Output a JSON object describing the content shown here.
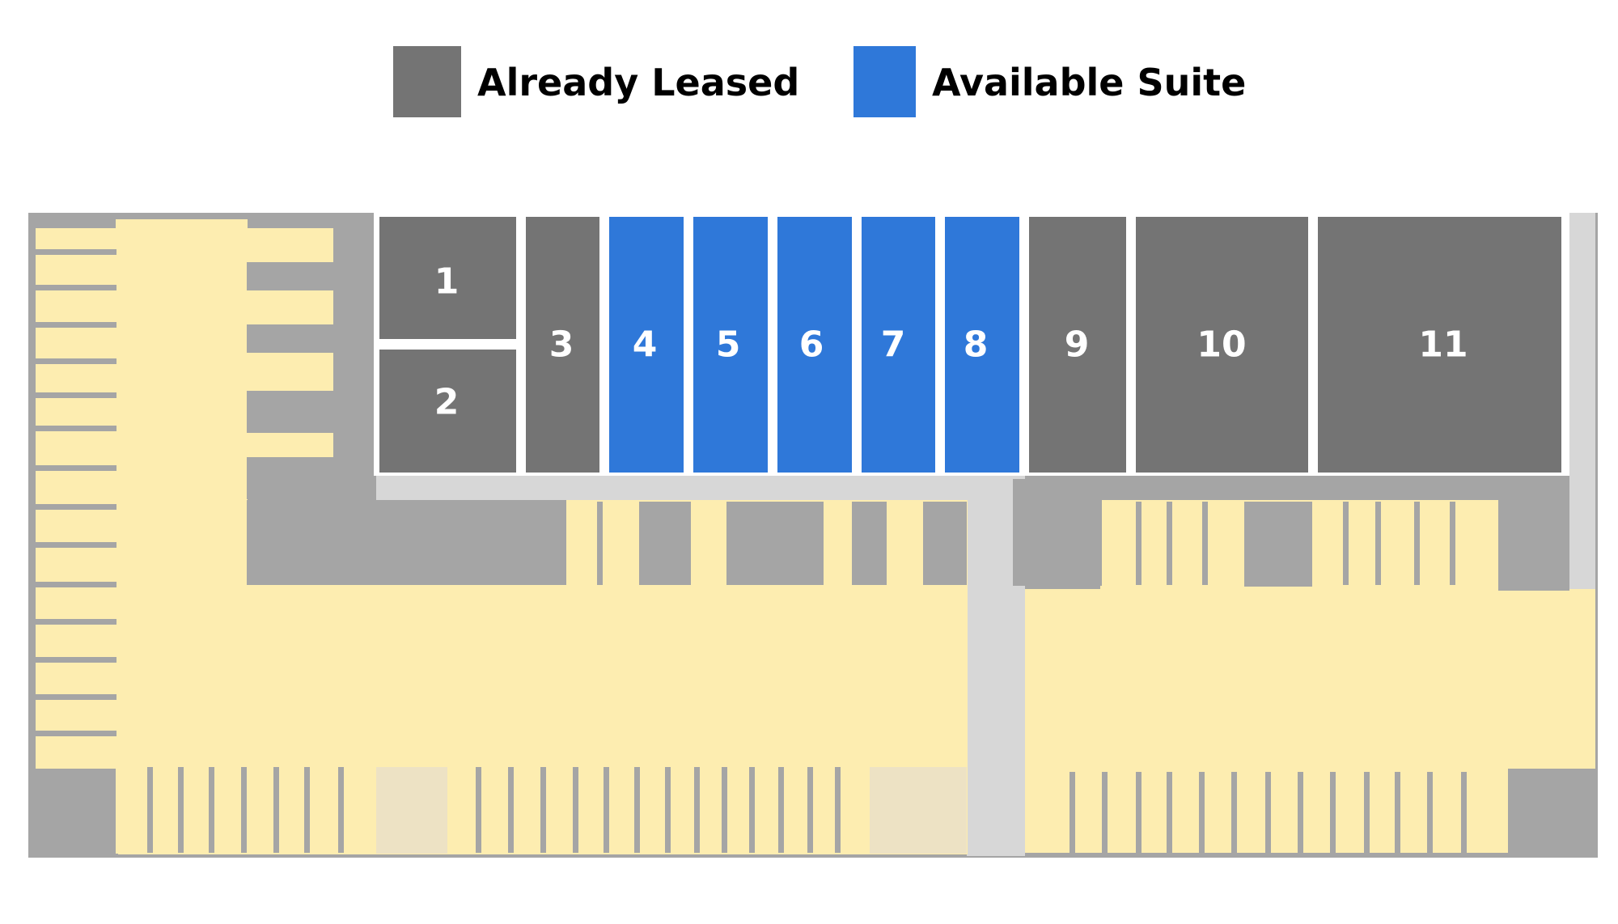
{
  "legend": {
    "leased": {
      "label": "Already Leased",
      "color": "#747474"
    },
    "available": {
      "label": "Available Suite",
      "color": "#2f78d9"
    }
  },
  "colors": {
    "parking": "#fdedb0",
    "pavement": "#a5a5a5",
    "walkway": "#d7d7d7",
    "unit_border": "#ffffff",
    "unstriped_bay": "#ede2c4"
  },
  "suites": [
    {
      "id": "1",
      "status": "leased"
    },
    {
      "id": "2",
      "status": "leased"
    },
    {
      "id": "3",
      "status": "leased"
    },
    {
      "id": "4",
      "status": "available"
    },
    {
      "id": "5",
      "status": "available"
    },
    {
      "id": "6",
      "status": "available"
    },
    {
      "id": "7",
      "status": "available"
    },
    {
      "id": "8",
      "status": "available"
    },
    {
      "id": "9",
      "status": "leased"
    },
    {
      "id": "10",
      "status": "leased"
    },
    {
      "id": "11",
      "status": "leased"
    }
  ]
}
